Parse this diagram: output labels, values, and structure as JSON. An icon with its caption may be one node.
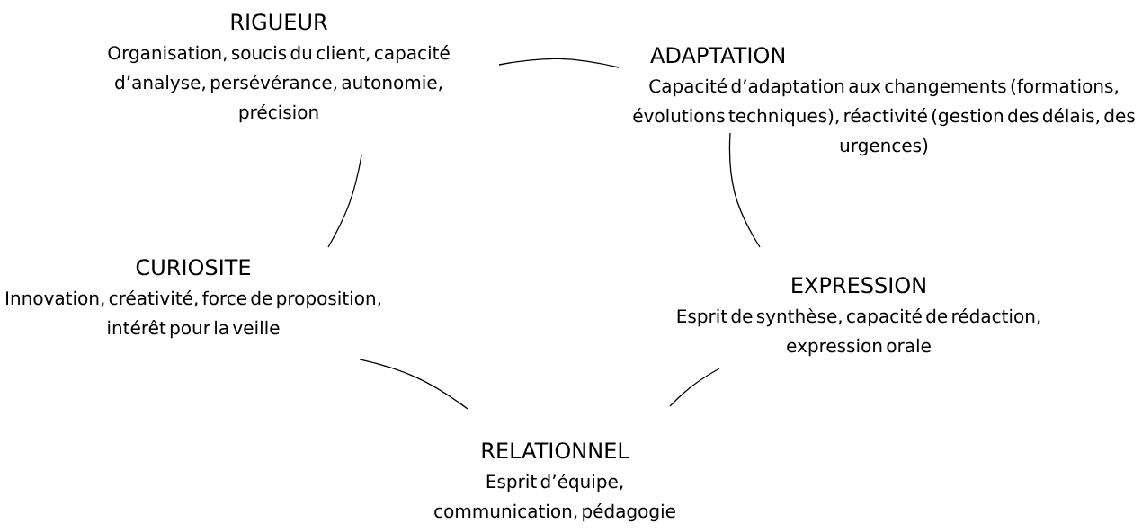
{
  "diagram": {
    "nodes": [
      {
        "text": [
          "RIGUEUR",
          "Organisation, soucis du client, capacité d’analyse, persévérance, autonomie, précision"
        ]
      },
      {
        "text": [
          "ADAPTATION",
          "Capacité d’adaptation aux changements (formations, évolutions techniques), réactivité (gestion des délais, des urgences)"
        ]
      },
      {
        "text": [
          "CURIOSITE",
          "Innovation, créativité, force de proposition, intérêt pour la veille"
        ]
      },
      {
        "text": [
          "EXPRESSION",
          "Esprit de synthèse, capacité de rédaction, expression orale"
        ]
      },
      {
        "text": [
          "RELATIONNEL",
          "Esprit d’équipe, communication, pédagogie"
        ]
      }
    ],
    "edges": [
      {
        "from": 0,
        "to": 1,
        "arrow": "none"
      },
      {
        "from": 1,
        "to": 3,
        "arrow": "none"
      },
      {
        "from": 3,
        "to": 4,
        "arrow": "none"
      },
      {
        "from": 4,
        "to": 2,
        "arrow": "none"
      },
      {
        "from": 2,
        "to": 0,
        "arrow": "none"
      }
    ]
  }
}
